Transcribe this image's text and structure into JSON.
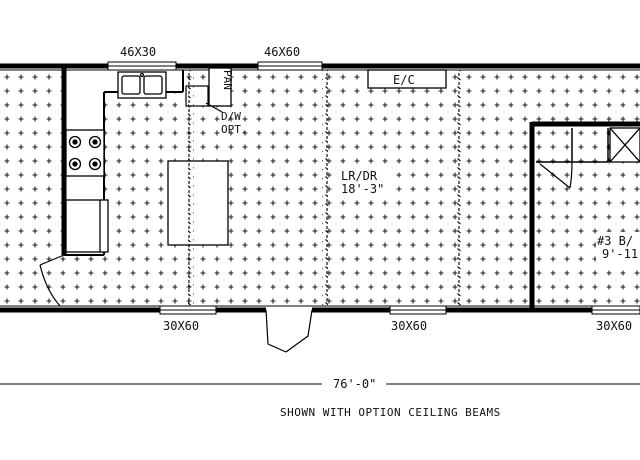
{
  "windows": {
    "top_left": "46X30",
    "top_center": "46X60",
    "bottom_left": "30X60",
    "bottom_center": "30X60",
    "bottom_right": "30X60"
  },
  "kitchen": {
    "pantry": "PAN",
    "dishwasher_line1": "D/W",
    "dishwasher_line2": "OPT."
  },
  "equipment": {
    "ec": "E/C"
  },
  "rooms": {
    "living_dining_name": "LR/DR",
    "living_dining_size": "18'-3\"",
    "bedroom3_name": "#3 B/",
    "bedroom3_size": "9'-11"
  },
  "dimensions": {
    "overall_length": "76'-0\""
  },
  "notes": {
    "ceiling": "SHOWN WITH OPTION CEILING BEAMS"
  },
  "colors": {
    "wall": "#000000",
    "fill_pattern": "#222222",
    "background": "#ffffff"
  }
}
